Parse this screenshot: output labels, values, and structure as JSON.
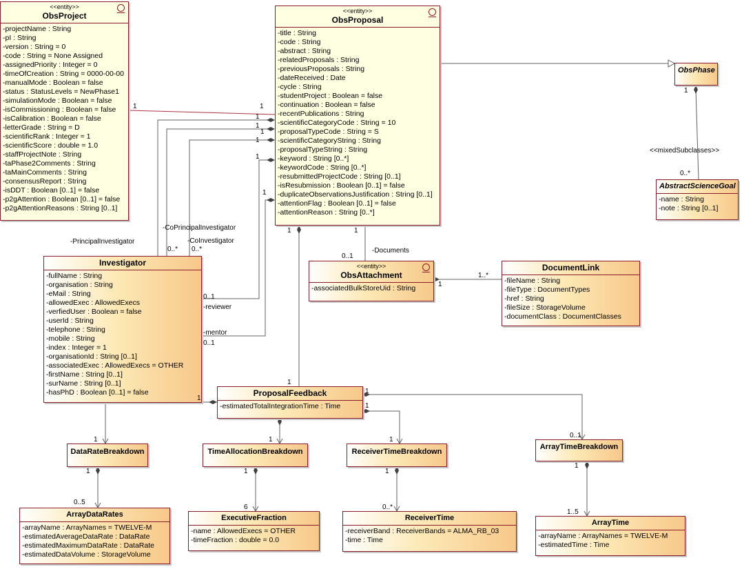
{
  "classes": {
    "obsproject": {
      "stereotype": "<<entity>>",
      "name": "ObsProject",
      "attributes": [
        "-projectName : String",
        "-pI : String",
        "-version : String = 0",
        "-code : String = None Assigned",
        "-assignedPriority : Integer = 0",
        "-timeOfCreation : String = 0000-00-00",
        "-manualMode : Boolean = false",
        "-status : StatusLevels = NewPhase1",
        "-simulationMode : Boolean = false",
        "-isCommissioning : Boolean = false",
        "-isCalibration : Boolean = false",
        "-letterGrade : String = D",
        "-scientificRank : Integer = 1",
        "-scientificScore : double = 1.0",
        "-staffProjectNote : String",
        "-taPhase2Comments : String",
        "-taMainComments : String",
        "-consensusReport : String",
        "-isDDT : Boolean [0..1] = false",
        "-p2gAttention : Boolean [0..1] = false",
        "-p2gAttentionReasons : String [0..1]"
      ]
    },
    "obsproposal": {
      "stereotype": "<<entity>>",
      "name": "ObsProposal",
      "attributes": [
        "-title : String",
        "-code : String",
        "-abstract : String",
        "-relatedProposals : String",
        "-previousProposals : String",
        "-dateReceived : Date",
        "-cycle : String",
        "-studentProject : Boolean = false",
        "-continuation : Boolean = false",
        "-recentPublications : String",
        "-scientificCategoryCode : String = 10",
        "-proposalTypeCode : String = S",
        "-scientificCategoryString : String",
        "-proposalTypeString : String",
        "-keyword : String [0..*]",
        "-keywordCode : String [0..*]",
        "-resubmittedProjectCode : String [0..1]",
        "-isResubmission : Boolean [0..1] = false",
        "-duplicateObservationsJustification : String [0..1]",
        "-attentionFlag : Boolean [0..1] = false",
        "-attentionReason : String [0..*]"
      ]
    },
    "obsphase": {
      "name": "ObsPhase",
      "attributes": []
    },
    "abstractsciencegoal": {
      "name": "AbstractScienceGoal",
      "attributes": [
        "-name : String",
        "-note : String [0..1]"
      ]
    },
    "investigator": {
      "name": "Investigator",
      "attributes": [
        "-fullName : String",
        "-organisation : String",
        "-eMail : String",
        "-allowedExec : AllowedExecs",
        "-verfiedUser : Boolean = false",
        "-userId : String",
        "-telephone : String",
        "-mobile : String",
        "-index : Integer = 1",
        "-organisationId : String [0..1]",
        "-associatedExec : AllowedExecs = OTHER",
        "-firstName : String [0..1]",
        "-surName : String [0..1]",
        "-hasPhD : Boolean [0..1] = false"
      ]
    },
    "obsattachment": {
      "stereotype": "<<entity>>",
      "name": "ObsAttachment",
      "attributes": [
        "-associatedBulkStoreUid : String"
      ]
    },
    "documentlink": {
      "name": "DocumentLink",
      "attributes": [
        "-fileName : String",
        "-fileType : DocumentTypes",
        "-href : String",
        "-fileSize : StorageVolume",
        "-documentClass : DocumentClasses"
      ]
    },
    "proposalfeedback": {
      "name": "ProposalFeedback",
      "attributes": [
        "-estimatedTotalIntegrationTime : Time"
      ]
    },
    "dataratebreakdown": {
      "name": "DataRateBreakdown",
      "attributes": []
    },
    "timeallocationbreakdown": {
      "name": "TimeAllocationBreakdown",
      "attributes": []
    },
    "receivertimebreakdown": {
      "name": "ReceiverTimeBreakdown",
      "attributes": []
    },
    "arraytimebreakdown": {
      "name": "ArrayTimeBreakdown",
      "attributes": []
    },
    "arraydatarates": {
      "name": "ArrayDataRates",
      "attributes": [
        "-arrayName : ArrayNames = TWELVE-M",
        "-estimatedAverageDataRate : DataRate",
        "-estimatedMaximumDataRate : DataRate",
        "-estimatedDataVolume : StorageVolume"
      ]
    },
    "executivefraction": {
      "name": "ExecutiveFraction",
      "attributes": [
        "-name : AllowedExecs = OTHER",
        "-timeFraction : double = 0.0"
      ]
    },
    "receivertime": {
      "name": "ReceiverTime",
      "attributes": [
        "-receiverBand : ReceiverBands = ALMA_RB_03",
        "-time : Time"
      ]
    },
    "arraytime": {
      "name": "ArrayTime",
      "attributes": [
        "-arrayName : ArrayNames = TWELVE-M",
        "-estimatedTime : Time"
      ]
    }
  },
  "labels": {
    "m_proj_1": "1",
    "m_prop_proj_1": "1",
    "m_prop_a1": "1",
    "m_prop_a2": "1",
    "m_prop_a3": "1",
    "m_prop_a4": "1",
    "m_prop_a5": "1",
    "m_prop_a6": "1",
    "role_principal": "-PrincipalInvestigator",
    "role_coprincipal": "-CoPrincipalInvestigator",
    "role_coinvestigator": "-CoInvestigator",
    "m_coprin": "0..*",
    "m_coinv": "0..*",
    "role_reviewer": "-reviewer",
    "m_reviewer": "0..1",
    "role_mentor": "-mentor",
    "m_mentor": "0..1",
    "m_phase_1": "1",
    "stereo_mixed": "<<mixedSubclasses>>",
    "m_goal": "0..*",
    "m_prop_doc_1": "1",
    "role_documents": "-Documents",
    "m_att_01": "0..1",
    "m_att_1": "1",
    "m_doclink": "1..*",
    "m_prop_fb_1": "1",
    "m_fb_1": "1",
    "m_inv_fb_1": "1",
    "m_drb_1": "1",
    "m_tab_top_1": "1",
    "m_rtb_top_1": "1",
    "m_fb_right_1": "1",
    "m_fb_right_2": "1",
    "m_atb_01": "0..1",
    "m_drb_bot_1": "1",
    "m_adr": "0..5",
    "m_tab_bot_1": "1",
    "m_exec": "6",
    "m_rtb_bot_1": "1",
    "m_rt": "0..*",
    "m_atb_bot_1": "1",
    "m_at": "1..5"
  },
  "colors": {
    "border": "#8a1a2a",
    "line": "#606060",
    "assoc_red": "#b03040"
  }
}
